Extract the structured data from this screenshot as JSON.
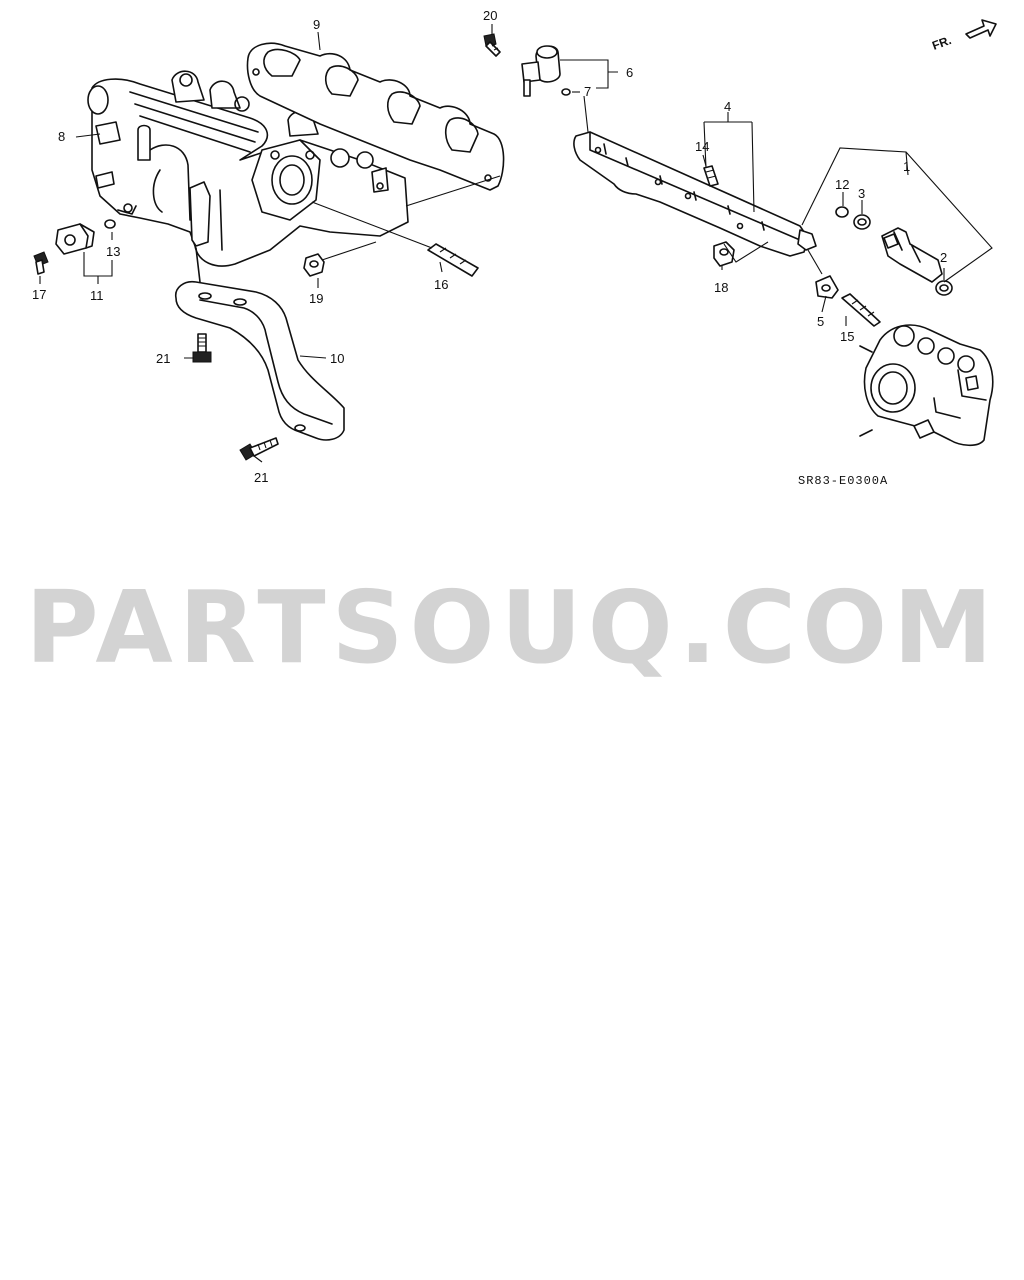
{
  "diagram": {
    "callouts": [
      "1",
      "2",
      "3",
      "4",
      "5",
      "6",
      "7",
      "8",
      "9",
      "10",
      "11",
      "12",
      "13",
      "14",
      "15",
      "16",
      "17",
      "18",
      "19",
      "20",
      "21",
      "21"
    ],
    "direction_label": "FR.",
    "diagram_code": "SR83-E0300A"
  },
  "watermark": "PARTSOUQ.COM"
}
